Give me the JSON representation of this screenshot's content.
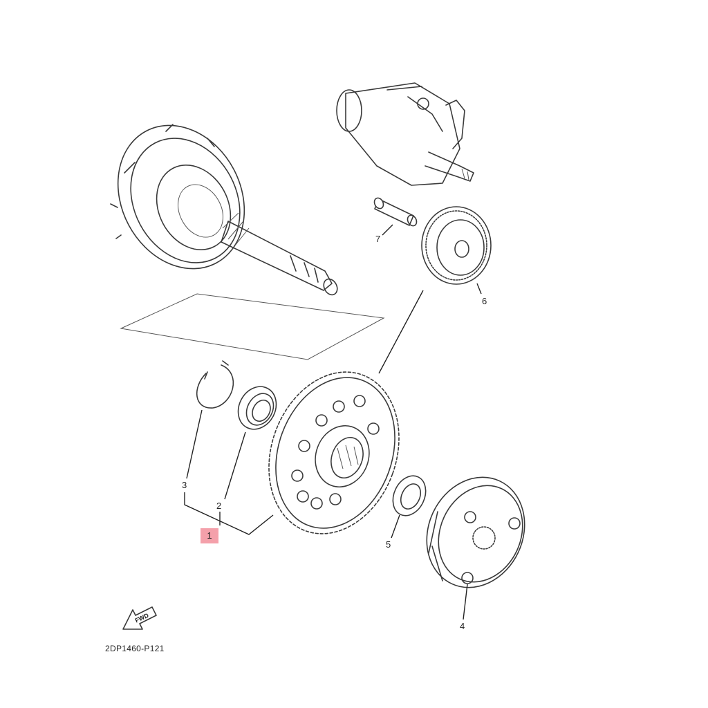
{
  "diagram_code": "2DP1460-P121",
  "fwd_label": "FWD",
  "callouts": {
    "c1": "1",
    "c2": "2",
    "c3": "3",
    "c4": "4",
    "c5": "5",
    "c6": "6",
    "c7": "7"
  },
  "highlight_color": "#f4a0aa"
}
